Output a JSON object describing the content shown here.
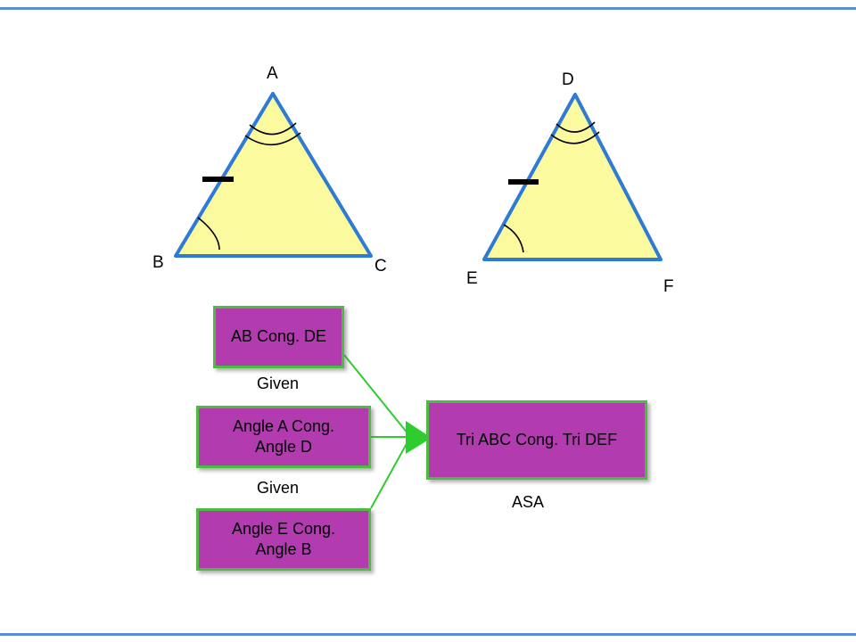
{
  "triangles": {
    "abc": {
      "vertex_a": "A",
      "vertex_b": "B",
      "vertex_c": "C"
    },
    "def": {
      "vertex_d": "D",
      "vertex_e": "E",
      "vertex_f": "F"
    }
  },
  "flowchart": {
    "box_ab": {
      "text": "AB Cong. DE",
      "caption": "Given"
    },
    "box_angle_ad": {
      "text": "Angle A Cong.\nAngle D",
      "caption": "Given"
    },
    "box_angle_eb": {
      "text": "Angle E Cong.\nAngle B"
    },
    "box_conclusion": {
      "text": "Tri ABC Cong. Tri DEF",
      "caption": "ASA"
    }
  },
  "colors": {
    "triangle_fill": "#fbfa9e",
    "triangle_stroke": "#2e7bd6",
    "box_fill": "#b23bb0",
    "box_border": "#4cbb3f",
    "connector_green": "#2fcc2f",
    "slide_border_blue": "#5b8bd0"
  }
}
